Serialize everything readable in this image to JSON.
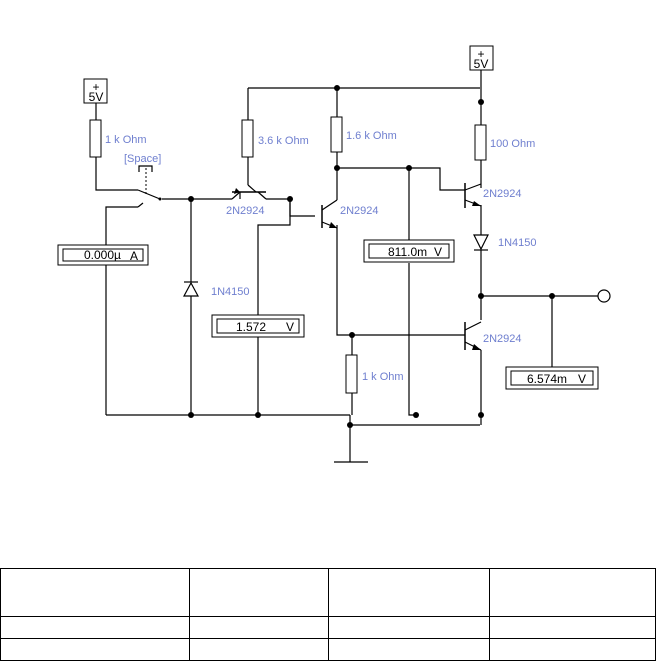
{
  "supplies": [
    {
      "plus": "+",
      "label": "5V"
    },
    {
      "plus": "+",
      "label": "5V"
    }
  ],
  "resistors": {
    "r_input": "1 k Ohm",
    "r_36k": "3.6 k Ohm",
    "r_16k": "1.6 k Ohm",
    "r_100": "100  Ohm",
    "r_1k_bottom": "1 k Ohm"
  },
  "switch_key": "[Space]",
  "transistors": {
    "q1": "2N2924",
    "q2": "2N2924",
    "q3": "2N2924",
    "q4": "2N2924"
  },
  "diodes": {
    "d1": "1N4150",
    "d2": "1N4150"
  },
  "meters": {
    "ammeter": {
      "value": "0.000µ",
      "unit": "A"
    },
    "v1": {
      "value": "1.572",
      "unit": "V"
    },
    "v2": {
      "value": "811.0m",
      "unit": "V"
    },
    "v3": {
      "value": "6.574m",
      "unit": "V"
    }
  },
  "table": {
    "rows": [
      [
        "",
        "",
        "",
        ""
      ],
      [
        "",
        "",
        "",
        ""
      ],
      [
        "",
        "",
        "",
        ""
      ]
    ]
  },
  "colors": {
    "label": "#6f7fcf",
    "wire": "#000000"
  }
}
